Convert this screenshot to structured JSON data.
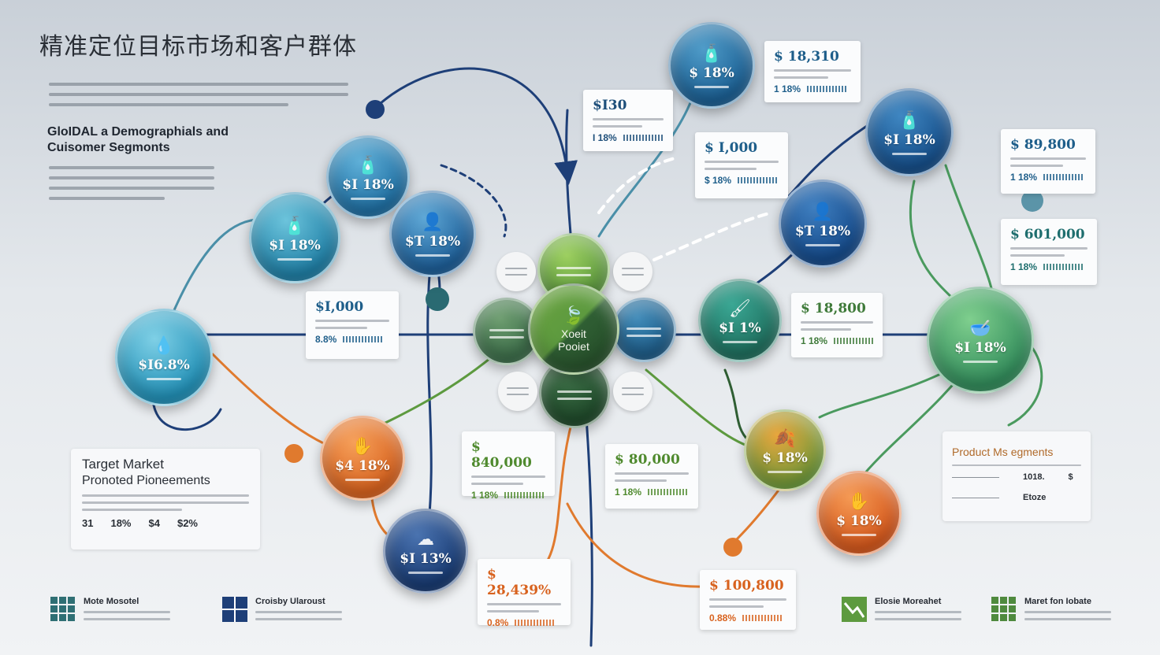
{
  "title": "精准定位目标市场和客户群体",
  "subtitle": "GloIDAL a Demographials and\nCuisomer Segmonts",
  "colors": {
    "blue": "#1f6fa3",
    "navy": "#1e3f78",
    "teal": "#2fa3c4",
    "green": "#5d9a3f",
    "dark_green": "#2f5e33",
    "orange": "#e07a2e",
    "light_green": "#4a9a5e"
  },
  "center": {
    "label1": "Xoeit",
    "label2": "Pooiet"
  },
  "nodes": [
    {
      "id": "n1",
      "value": "$I 18%"
    },
    {
      "id": "n2",
      "value": "$I 18%"
    },
    {
      "id": "n3",
      "value": "$T 18%"
    },
    {
      "id": "n4",
      "value": "$I6.8%"
    },
    {
      "id": "n5",
      "value": "$ 18%"
    },
    {
      "id": "n6",
      "value": "$I 18%"
    },
    {
      "id": "n7",
      "value": "$T 18%"
    },
    {
      "id": "n8",
      "value": "$I 1%"
    },
    {
      "id": "n9",
      "value": "$I 18%"
    },
    {
      "id": "n10",
      "value": "$4 18%"
    },
    {
      "id": "n11",
      "value": "$ 18%"
    },
    {
      "id": "n12",
      "value": "$ 18%"
    },
    {
      "id": "n13",
      "value": "$I 13%"
    }
  ],
  "cards": [
    {
      "id": "c1",
      "amount": "$ 18,310",
      "pct": "1 18%"
    },
    {
      "id": "c2",
      "amount": "$I30",
      "pct": "I 18%"
    },
    {
      "id": "c3",
      "amount": "$ I,000",
      "pct": "$ 18%"
    },
    {
      "id": "c4",
      "amount": "$ 89,800",
      "pct": "1 18%"
    },
    {
      "id": "c5",
      "amount": "$ 601,000",
      "pct": "1 18%"
    },
    {
      "id": "c6",
      "amount": "$I,000",
      "pct": "8.8%"
    },
    {
      "id": "c7",
      "amount": "$ 18,800",
      "pct": "1 18%"
    },
    {
      "id": "c8",
      "amount": "$ 840,000",
      "pct": "1 18%"
    },
    {
      "id": "c9",
      "amount": "$ 80,000",
      "pct": "1 18%"
    },
    {
      "id": "c10",
      "amount": "$ 28,439%",
      "pct": "0.8%"
    },
    {
      "id": "c11",
      "amount": "$ 100,800",
      "pct": "0.88%"
    }
  ],
  "target_box": {
    "title1": "Target Market",
    "title2": "Pronoted Pioneements",
    "stats": [
      "31",
      "18%",
      "$4",
      "$2%"
    ]
  },
  "product_box": {
    "title": "Product Ms egments",
    "row1": "1018.",
    "row1b": "$",
    "row2": "Etoze"
  },
  "footer": [
    {
      "label": "Mote Mosotel"
    },
    {
      "label": "Croisby Ularoust"
    },
    {
      "label": "Elosie Moreahet"
    },
    {
      "label": "Maret fon Iobate"
    }
  ]
}
